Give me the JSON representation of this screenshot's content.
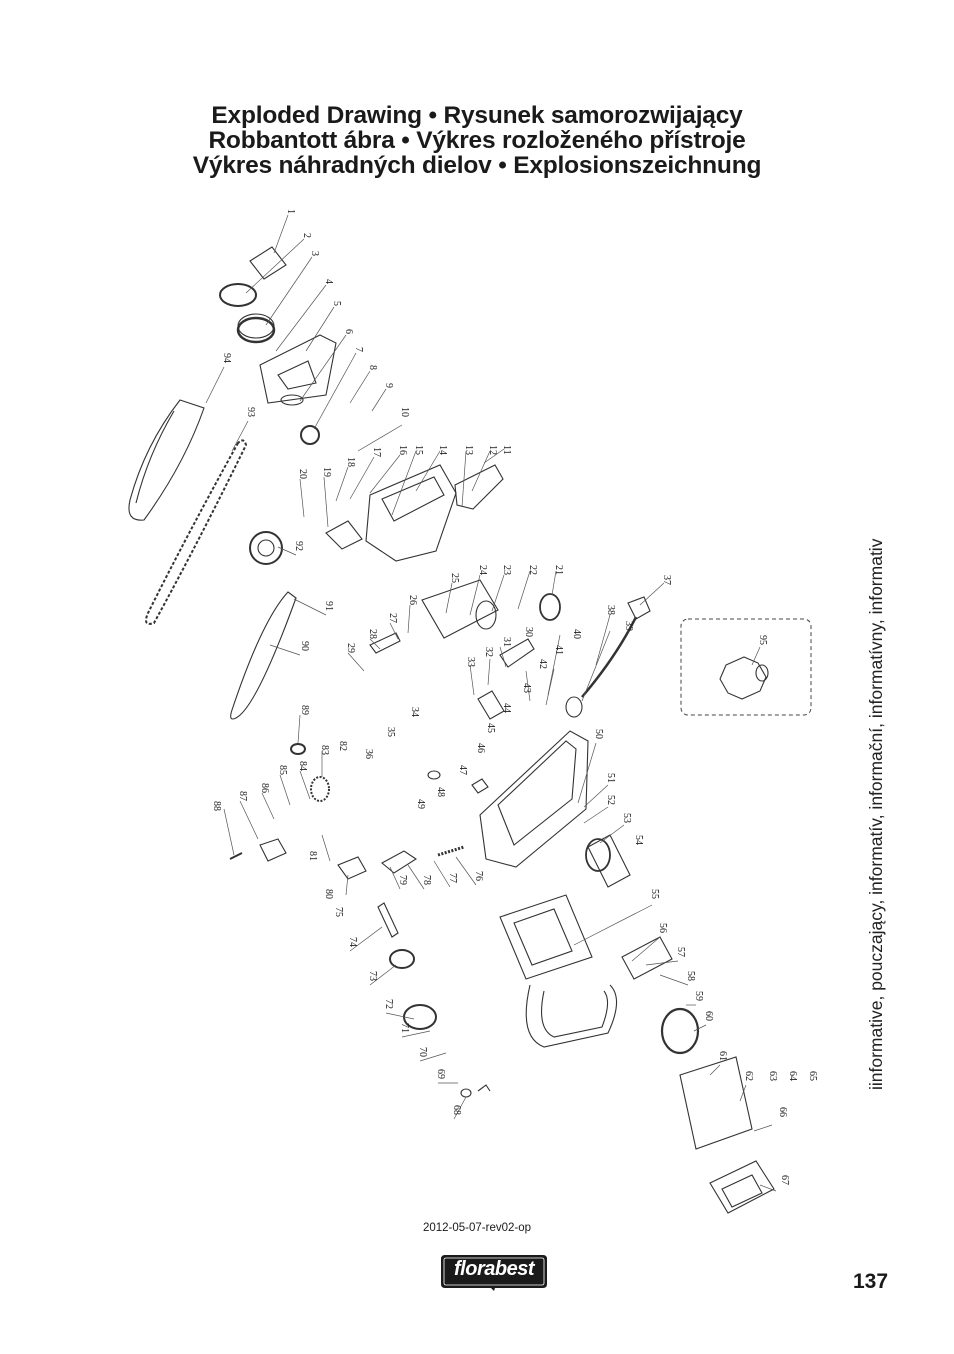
{
  "title_lines": [
    "Exploded Drawing • Rysunek samorozwijający",
    "Robbantott ábra • Výkres rozloženého přístroje",
    "Výkres náhradných dielov • Explosionszeichnung"
  ],
  "side_text": "iinformative, pouczający, informatív, informační, informatívny, informativ",
  "part_numbers": [
    "1",
    "2",
    "3",
    "4",
    "5",
    "6",
    "7",
    "8",
    "9",
    "10",
    "11",
    "12",
    "13",
    "14",
    "15",
    "16",
    "17",
    "18",
    "19",
    "20",
    "21",
    "22",
    "23",
    "24",
    "25",
    "26",
    "27",
    "28",
    "29",
    "30",
    "31",
    "32",
    "33",
    "34",
    "35",
    "36",
    "37",
    "38",
    "39",
    "40",
    "41",
    "42",
    "43",
    "44",
    "45",
    "46",
    "47",
    "48",
    "49",
    "50",
    "51",
    "52",
    "53",
    "54",
    "55",
    "56",
    "57",
    "58",
    "59",
    "60",
    "61",
    "62",
    "63",
    "64",
    "65",
    "66",
    "67",
    "68",
    "69",
    "70",
    "71",
    "72",
    "73",
    "74",
    "75",
    "76",
    "77",
    "78",
    "79",
    "80",
    "81",
    "82",
    "83",
    "84",
    "85",
    "86",
    "87",
    "88",
    "89",
    "90",
    "91",
    "92",
    "93",
    "94",
    "95"
  ],
  "revision": "2012-05-07-rev02-op",
  "brand": "florabest",
  "page_number": "137",
  "colors": {
    "text": "#1a1a1a",
    "logo_bg": "#1a1a1a",
    "line": "#333333"
  }
}
